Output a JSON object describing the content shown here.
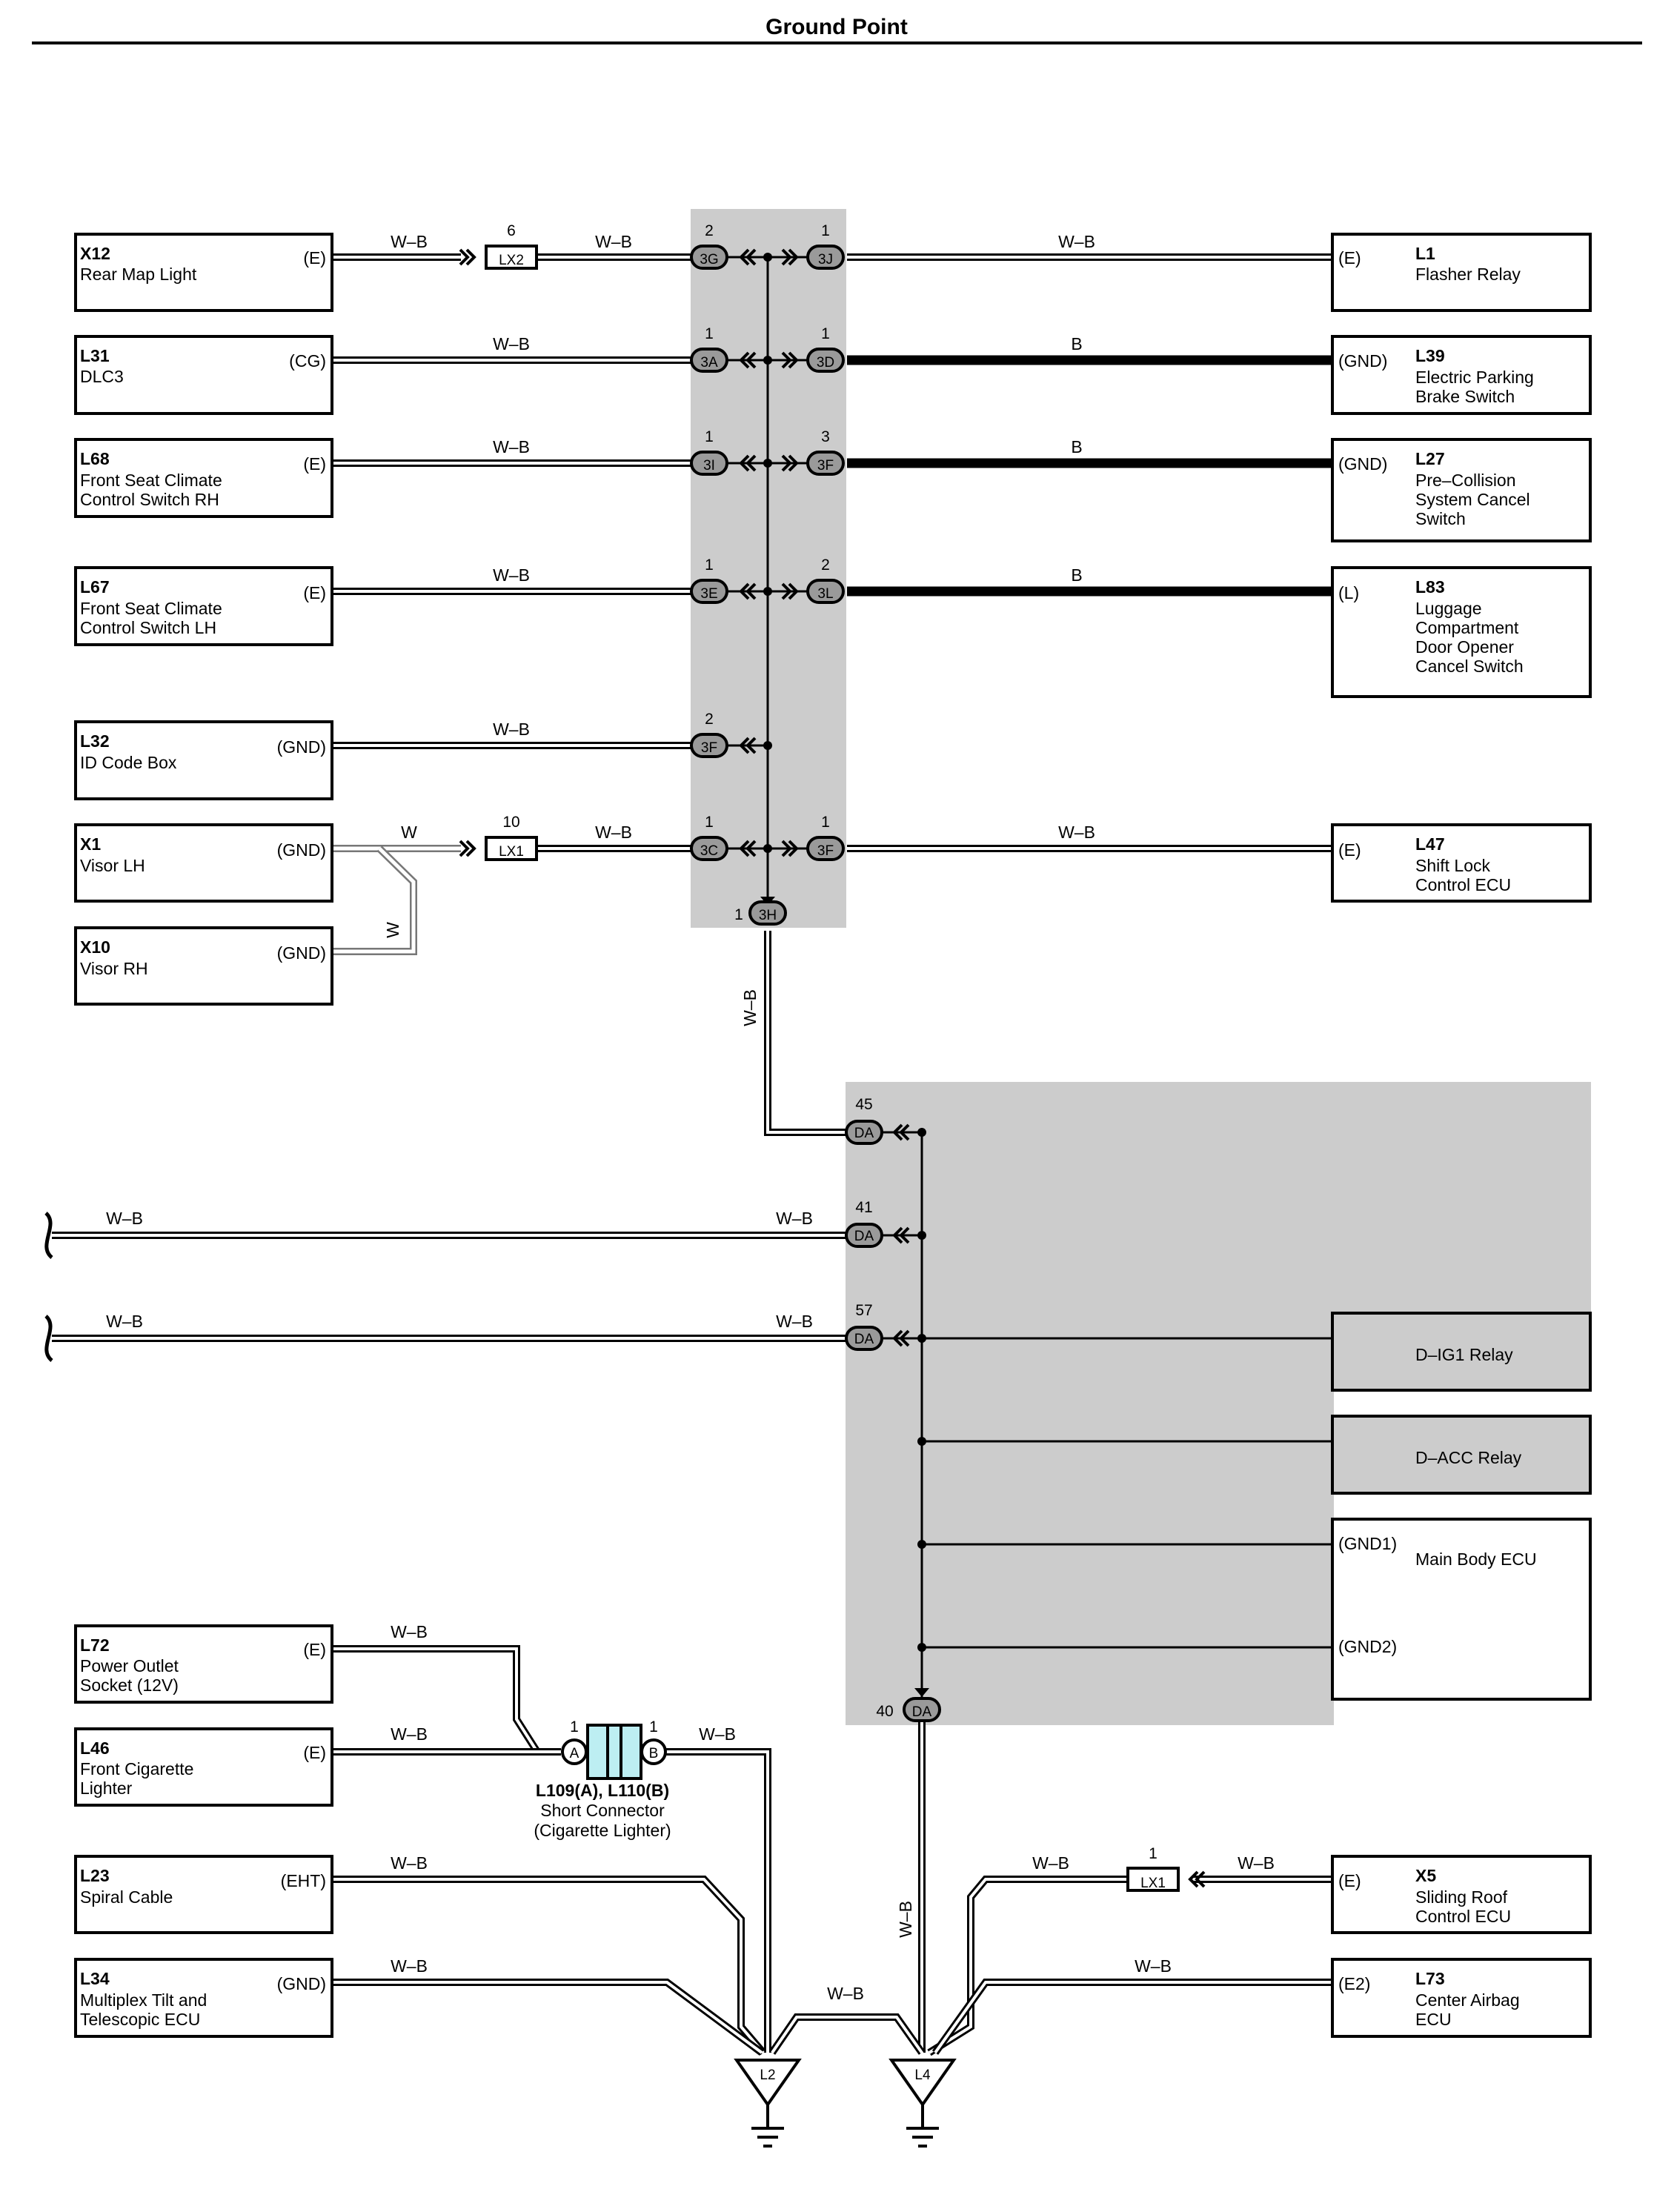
{
  "title": "Ground Point",
  "colors": {
    "shade": "#cccccc",
    "wire": "#000000",
    "short_connector": "#bdeef2"
  },
  "left_components": [
    {
      "id": "X12",
      "name": [
        "Rear Map Light"
      ],
      "pin": "(E)"
    },
    {
      "id": "L31",
      "name": [
        "DLC3"
      ],
      "pin": "(CG)"
    },
    {
      "id": "L68",
      "name": [
        "Front Seat Climate",
        "Control Switch RH"
      ],
      "pin": "(E)"
    },
    {
      "id": "L67",
      "name": [
        "Front Seat Climate",
        "Control Switch LH"
      ],
      "pin": "(E)"
    },
    {
      "id": "L32",
      "name": [
        "ID Code Box"
      ],
      "pin": "(GND)"
    },
    {
      "id": "X1",
      "name": [
        "Visor LH"
      ],
      "pin": "(GND)"
    },
    {
      "id": "X10",
      "name": [
        "Visor RH"
      ],
      "pin": "(GND)"
    },
    {
      "id": "L72",
      "name": [
        "Power Outlet",
        "Socket (12V)"
      ],
      "pin": "(E)"
    },
    {
      "id": "L46",
      "name": [
        "Front Cigarette",
        "Lighter"
      ],
      "pin": "(E)"
    },
    {
      "id": "L23",
      "name": [
        "Spiral Cable"
      ],
      "pin": "(EHT)"
    },
    {
      "id": "L34",
      "name": [
        "Multiplex Tilt and",
        "Telescopic ECU"
      ],
      "pin": "(GND)"
    }
  ],
  "right_components": [
    {
      "id": "L1",
      "name": [
        "Flasher Relay"
      ],
      "pin": "(E)"
    },
    {
      "id": "L39",
      "name": [
        "Electric Parking",
        "Brake Switch"
      ],
      "pin": "(GND)"
    },
    {
      "id": "L27",
      "name": [
        "Pre–Collision",
        "System Cancel",
        "Switch"
      ],
      "pin": "(GND)"
    },
    {
      "id": "L83",
      "name": [
        "Luggage",
        "Compartment",
        "Door Opener",
        "Cancel Switch"
      ],
      "pin": "(L)"
    },
    {
      "id": "L47",
      "name": [
        "Shift Lock",
        "Control ECU"
      ],
      "pin": "(E)"
    },
    {
      "id": "X5",
      "name": [
        "Sliding Roof",
        "Control ECU"
      ],
      "pin": "(E)"
    },
    {
      "id": "L73",
      "name": [
        "Center Airbag",
        "ECU"
      ],
      "pin": "(E2)"
    }
  ],
  "relays": [
    "D–IG1 Relay",
    "D–ACC Relay"
  ],
  "main_body_ecu": {
    "name": "Main Body ECU",
    "pins": [
      "(GND1)",
      "(GND2)"
    ]
  },
  "wire_colors": {
    "wb": "W–B",
    "b": "B",
    "w": "W"
  },
  "junction_left": [
    {
      "num": "2",
      "code": "3G"
    },
    {
      "num": "1",
      "code": "3A"
    },
    {
      "num": "1",
      "code": "3I"
    },
    {
      "num": "1",
      "code": "3E"
    },
    {
      "num": "2",
      "code": "3F"
    },
    {
      "num": "1",
      "code": "3C"
    }
  ],
  "junction_right": [
    {
      "num": "1",
      "code": "3J"
    },
    {
      "num": "1",
      "code": "3D"
    },
    {
      "num": "3",
      "code": "3F"
    },
    {
      "num": "2",
      "code": "3L"
    },
    {
      "num": "1",
      "code": "3F"
    }
  ],
  "junction_out": {
    "num": "1",
    "code": "3H"
  },
  "da_connectors": [
    {
      "num": "45",
      "code": "DA"
    },
    {
      "num": "41",
      "code": "DA"
    },
    {
      "num": "57",
      "code": "DA"
    },
    {
      "num": "40",
      "code": "DA"
    }
  ],
  "inline_connectors": [
    {
      "num": "6",
      "code": "LX2"
    },
    {
      "num": "10",
      "code": "LX1"
    },
    {
      "num": "1",
      "code": "LX1"
    }
  ],
  "short_connector": {
    "pins": [
      {
        "num": "1",
        "code": "A"
      },
      {
        "num": "1",
        "code": "B"
      }
    ],
    "label": [
      "L109(A), L110(B)",
      "Short Connector",
      "(Cigarette Lighter)"
    ]
  },
  "grounds": [
    "L2",
    "L4"
  ]
}
